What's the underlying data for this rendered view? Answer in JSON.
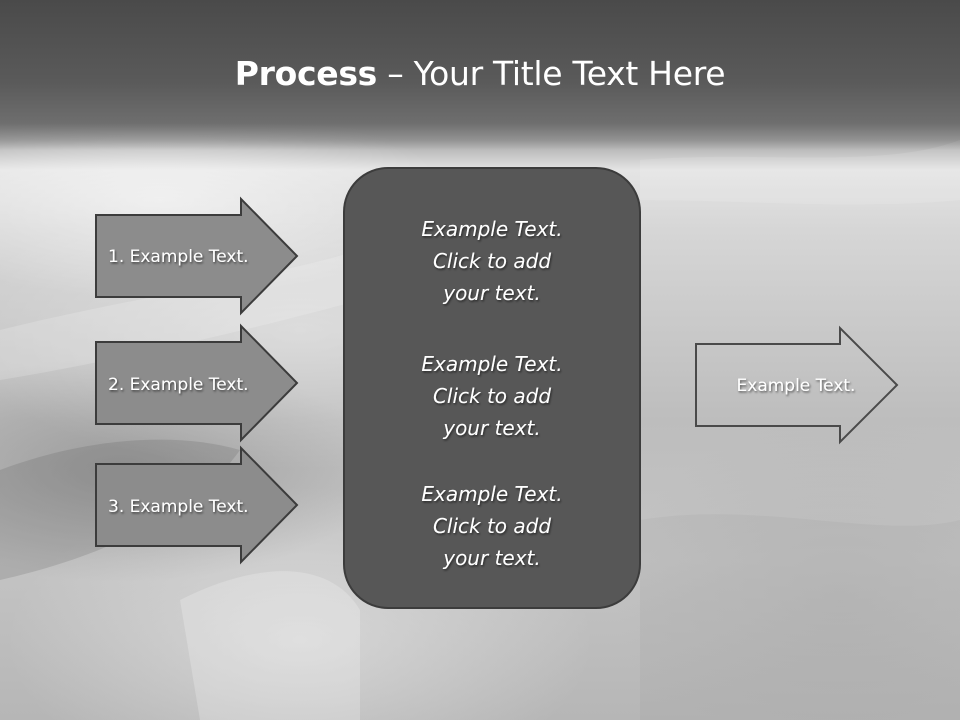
{
  "title": {
    "bold": "Process",
    "rest": " – Your Title Text Here"
  },
  "inputs": [
    {
      "label": "1. Example Text."
    },
    {
      "label": "2. Example Text."
    },
    {
      "label": "3. Example Text."
    }
  ],
  "center_box": {
    "blocks": [
      {
        "lines": [
          "Example Text.",
          "Click  to add",
          "your text."
        ]
      },
      {
        "lines": [
          "Example Text.",
          "Click  to add",
          "your text."
        ]
      },
      {
        "lines": [
          "Example Text.",
          "Click  to add",
          "your text."
        ]
      }
    ]
  },
  "output": {
    "label": "Example Text."
  },
  "colors": {
    "header": "#4f4f4f",
    "input_arrow_fill": "#8c8c8c",
    "center_box_fill": "#575757",
    "outline": "#3c3c3c",
    "output_arrow_stroke": "#4a4a4a",
    "text": "#ffffff"
  }
}
